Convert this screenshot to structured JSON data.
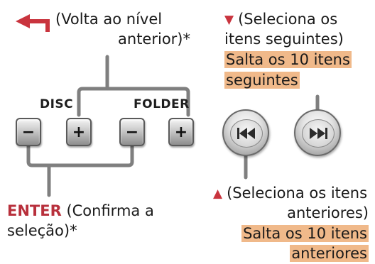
{
  "back": {
    "line1": "(Volta ao nível",
    "line2": "anterior)*",
    "icon": "back-arrow-icon"
  },
  "next": {
    "line1": "(Seleciona os",
    "line2": "itens seguintes)",
    "hl1": "Salta os 10 itens",
    "hl2": "seguintes",
    "icon": "down-triangle-icon"
  },
  "prev": {
    "line1": "(Seleciona os itens",
    "line2": "anteriores)",
    "hl1": "Salta os 10 itens",
    "hl2": "anteriores",
    "icon": "up-triangle-icon"
  },
  "enter": {
    "key": "ENTER",
    "line1_rest": " (Confirma a",
    "line2": "seleção)*"
  },
  "buttons": {
    "disc_label": "DISC",
    "folder_label": "FOLDER",
    "minus": "−",
    "plus": "+"
  },
  "colors": {
    "accent": "#c9343e",
    "highlight": "#f0b98a",
    "line": "#7f7f7f"
  }
}
